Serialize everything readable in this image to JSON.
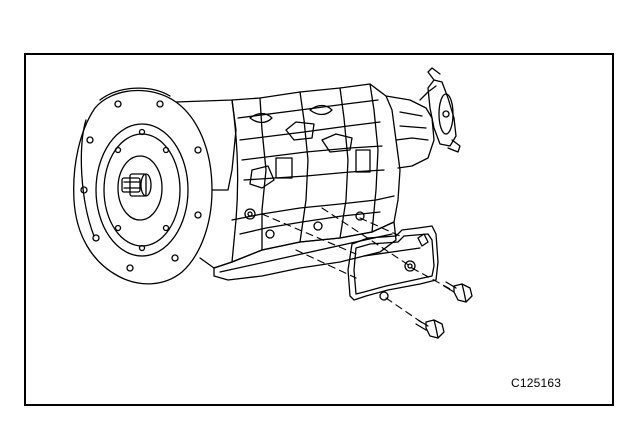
{
  "figure": {
    "id_label": "C125163",
    "line_color": "#000000",
    "background_color": "#ffffff"
  },
  "parts": {
    "transmission": "transmission-assembly",
    "bracket": "mounting-bracket",
    "bolts": [
      "bolt",
      "bolt"
    ]
  }
}
